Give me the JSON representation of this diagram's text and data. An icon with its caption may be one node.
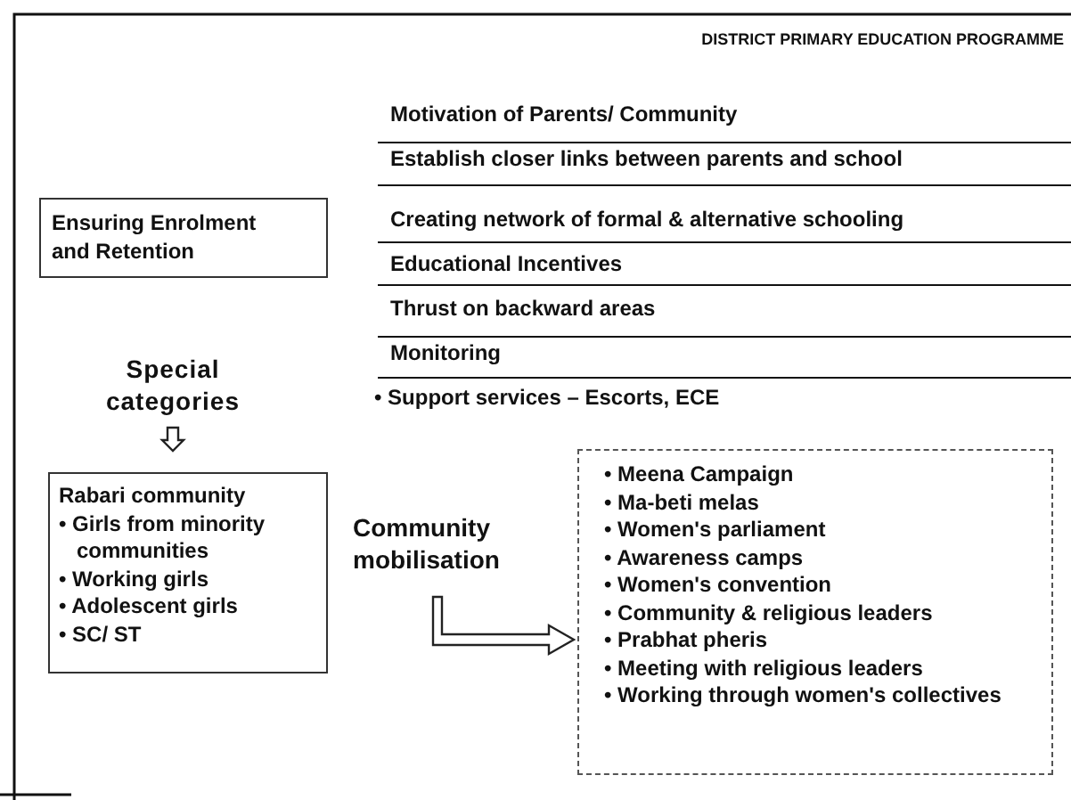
{
  "diagram": {
    "title": "DISTRICT PRIMARY EDUCATION PROGRAMME",
    "nodes": [
      {
        "text": [
          "Ensuring Enrolment and Retention"
        ]
      },
      {
        "text": [
          "Special categories"
        ]
      },
      {
        "text": [
          "Rabari community",
          "• Girls from minority communities",
          "• Working girls",
          "• Adolescent girls",
          "• SC/ ST"
        ]
      },
      {
        "text": [
          "Community mobilisation"
        ]
      },
      {
        "text": [
          "• Meena Campaign",
          "• Ma-beti melas",
          "• Women's parliament",
          "• Awareness camps",
          "• Women's convention",
          "• Community & religious leaders",
          "• Prabhat pheris",
          "• Meeting with religious leaders",
          "• Working through women's collectives"
        ]
      }
    ],
    "edges": [
      {
        "from": 1,
        "to": 2,
        "arrow": "to"
      },
      {
        "from": 3,
        "to": 4,
        "arrow": "to"
      }
    ],
    "labels": [
      "Motivation of Parents/ Community",
      "Establish closer links between parents and school",
      "Creating network of formal & alternative schooling",
      "Educational Incentives",
      "Thrust on backward areas",
      "Monitoring",
      "• Support services – Escorts, ECE"
    ]
  }
}
